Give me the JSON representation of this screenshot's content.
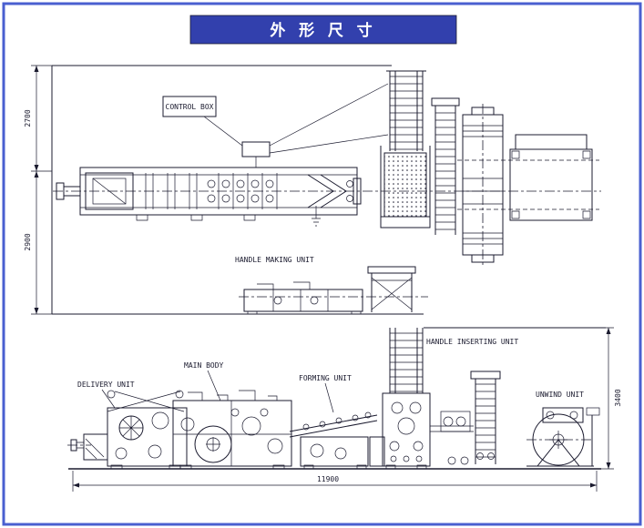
{
  "title": {
    "text": "外 形 尺 寸"
  },
  "plan_view": {
    "control_box_label": "CONTROL BOX",
    "handle_making_unit_label": "HANDLE MAKING UNIT",
    "dim_upper": "2700",
    "dim_lower": "2900"
  },
  "elevation_view": {
    "handle_inserting_unit_label": "HANDLE INSERTING UNIT",
    "main_body_label": "MAIN BODY",
    "forming_unit_label": "FORMING UNIT",
    "delivery_unit_label": "DELIVERY UNIT",
    "unwind_unit_label": "UNWIND UNIT",
    "dim_height": "3400",
    "dim_overall_length": "11900"
  },
  "colors": {
    "border": "#4a5fd0",
    "banner": "#3240ad",
    "banner_text": "#ffffff",
    "line": "#1b1b2f",
    "bg": "#ffffff"
  }
}
